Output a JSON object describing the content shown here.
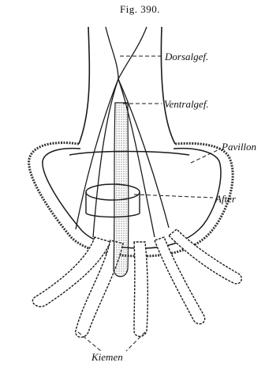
{
  "figure": {
    "title": "Fig. 390.",
    "labels": {
      "dorsal_vessel": "Dorsalgef.",
      "ventral_vessel": "Ventralgef.",
      "pavillon": "Pavillon",
      "anus": "After",
      "gills": "Kiemen"
    }
  },
  "colors": {
    "ink": "#1a1a1a",
    "paper": "#ffffff",
    "shade": "#bdbdbd"
  }
}
